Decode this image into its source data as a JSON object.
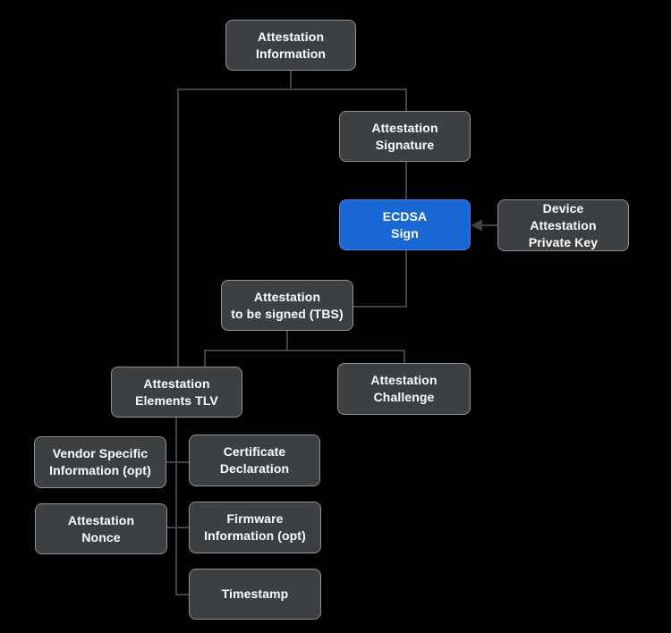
{
  "diagram": {
    "type": "flowchart",
    "background": "#000000",
    "colors": {
      "node_fill": "#3C4043",
      "node_border": "#8E9398",
      "node_text": "#FFFFFF",
      "highlight_fill": "#1967D2",
      "connector": "#3E4347"
    },
    "nodes": {
      "attestation_information": {
        "label": "Attestation\nInformation"
      },
      "attestation_signature": {
        "label": "Attestation\nSignature"
      },
      "ecdsa_sign": {
        "label": "ECDSA\nSign",
        "highlighted": true
      },
      "device_attestation_private_key": {
        "label": "Device\nAttestation\nPrivate Key"
      },
      "attestation_tbs": {
        "label": "Attestation\nto be signed (TBS)"
      },
      "attestation_elements_tlv": {
        "label": "Attestation\nElements TLV"
      },
      "attestation_challenge": {
        "label": "Attestation\nChallenge"
      },
      "vendor_specific_information": {
        "label": "Vendor Specific\nInformation (opt)"
      },
      "certificate_declaration": {
        "label": "Certificate\nDeclaration"
      },
      "attestation_nonce": {
        "label": "Attestation\nNonce"
      },
      "firmware_information": {
        "label": "Firmware\nInformation (opt)"
      },
      "timestamp": {
        "label": "Timestamp"
      }
    },
    "edges": [
      "Attestation Information -> Attestation Signature",
      "Attestation Information -> Attestation Elements TLV",
      "Attestation Signature -> ECDSA Sign",
      "Device Attestation Private Key -> ECDSA Sign (arrow)",
      "ECDSA Sign -> Attestation to be signed (TBS)",
      "Attestation to be signed (TBS) -> Attestation Elements TLV",
      "Attestation to be signed (TBS) -> Attestation Challenge",
      "Attestation Elements TLV -> Vendor Specific Information (opt)",
      "Attestation Elements TLV -> Certificate Declaration",
      "Attestation Elements TLV -> Attestation Nonce",
      "Attestation Elements TLV -> Firmware Information (opt)",
      "Attestation Elements TLV -> Timestamp"
    ]
  }
}
